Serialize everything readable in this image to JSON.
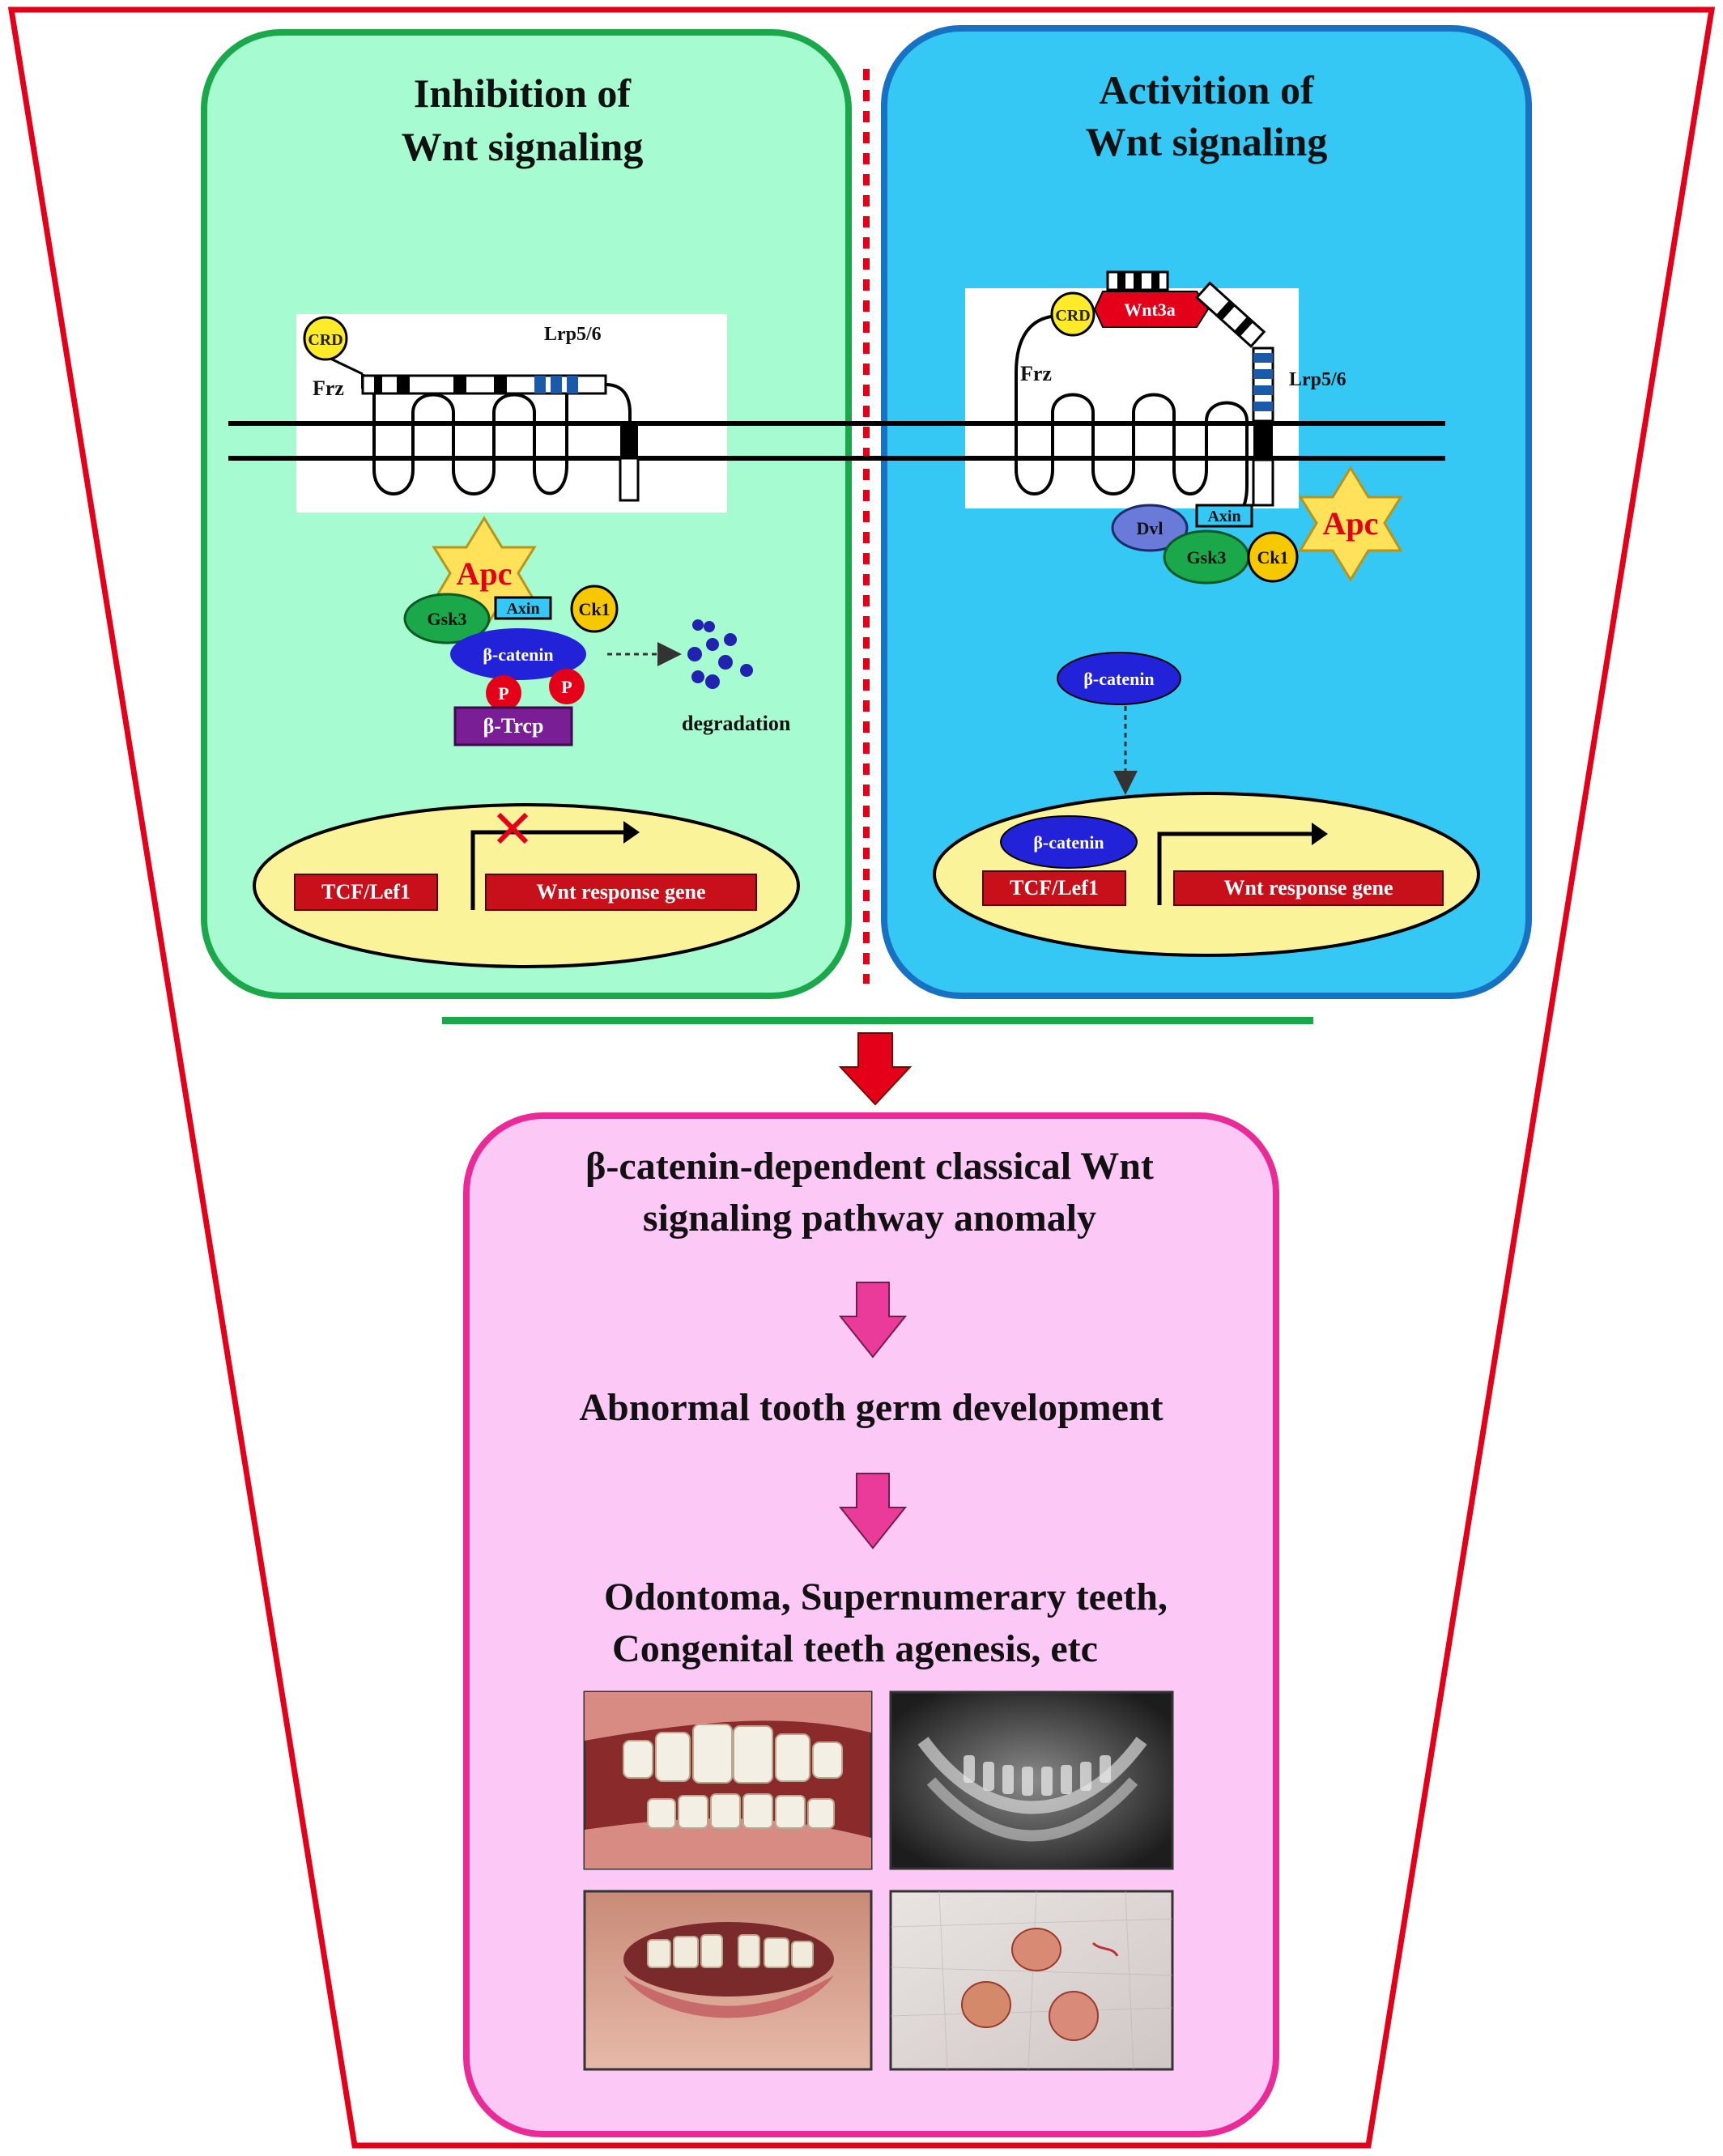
{
  "colors": {
    "outline_red": "#e5001a",
    "left_panel_fill": "#a6fbd0",
    "left_panel_border": "#1aa84a",
    "right_panel_fill": "#35c8f5",
    "right_panel_border": "#1772c4",
    "bottom_panel_fill": "#fcc8f6",
    "bottom_panel_border": "#ea2a96",
    "nucleus_fill": "#fbf39a",
    "gene_box": "#c8101a",
    "beta_catenin": "#2222d8",
    "apc_star": "#ffe15a",
    "arrow_pink": "#ea3a9a"
  },
  "left_panel": {
    "title_line1": "Inhibition  of",
    "title_line2": "Wnt signaling",
    "crd": "CRD",
    "lrp": "Lrp5/6",
    "frz": "Frz",
    "apc": "Apc",
    "gsk3": "Gsk3",
    "axin": "Axin",
    "ck1": "Ck1",
    "beta_catenin": "β-catenin",
    "p1": "P",
    "p2": "P",
    "beta_trcp": "β-Trcp",
    "degradation": "degradation",
    "tcf": "TCF/Lef1",
    "wnt_gene": "Wnt response gene"
  },
  "right_panel": {
    "title_line1": "Activition  of",
    "title_line2": "Wnt signaling",
    "crd": "CRD",
    "wnt3a": "Wnt3a",
    "frz": "Frz",
    "lrp": "Lrp5/6",
    "dvl": "Dvl",
    "axin": "Axin",
    "gsk3": "Gsk3",
    "ck1": "Ck1",
    "apc": "Apc",
    "beta_catenin_free": "β-catenin",
    "beta_catenin_nuc": "β-catenin",
    "tcf": "TCF/Lef1",
    "wnt_gene": "Wnt response gene"
  },
  "bottom_panel": {
    "line1": "β-catenin-dependent   classical Wnt",
    "line2": "signaling pathway   anomaly",
    "line3": "Abnormal   tooth  germ development",
    "line4": "Odontoma,  Supernumerary  teeth,",
    "line5": "Congenital  teeth  agenesis, etc"
  }
}
